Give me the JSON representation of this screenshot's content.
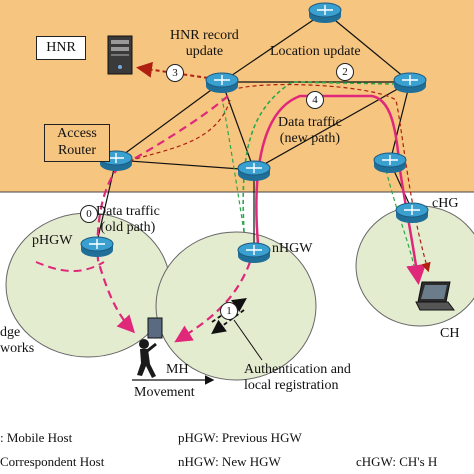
{
  "colors": {
    "core_background": "#f6c580",
    "cell_fill": "#e4ecd0",
    "router_body": "#2f8fc0",
    "new_path": "#e0287a",
    "old_path": "#e0287a",
    "hnr_update": "#b02010",
    "location_update": "#2aa84a"
  },
  "labels": {
    "hnr": "HNR",
    "hnr_record_update": "HNR record\nupdate",
    "location_update": "Location update",
    "access_router": "Access\nRouter",
    "data_traffic_new": "Data traffic\n(new path)",
    "data_traffic_old": "Data traffic\n(old path)",
    "phgw": "pHGW",
    "nhgw": "nHGW",
    "chg": "cHG",
    "ch": "CH",
    "edge_networks": "dge\nworks",
    "mh": "MH",
    "movement": "Movement",
    "auth": "Authentication and\nlocal registration"
  },
  "steps": {
    "s0": "0",
    "s1": "1",
    "s2": "2",
    "s3": "3",
    "s4": "4"
  },
  "icons": {
    "server": "server-icon",
    "router": "router-icon",
    "laptop": "laptop-icon",
    "person": "walking-person-icon"
  },
  "legend": {
    "mh": ": Mobile Host",
    "ch": "Correspondent Host",
    "phgw": "pHGW: Previous HGW",
    "nhgw": "nHGW: New HGW",
    "chgw": "cHGW: CH's H"
  }
}
